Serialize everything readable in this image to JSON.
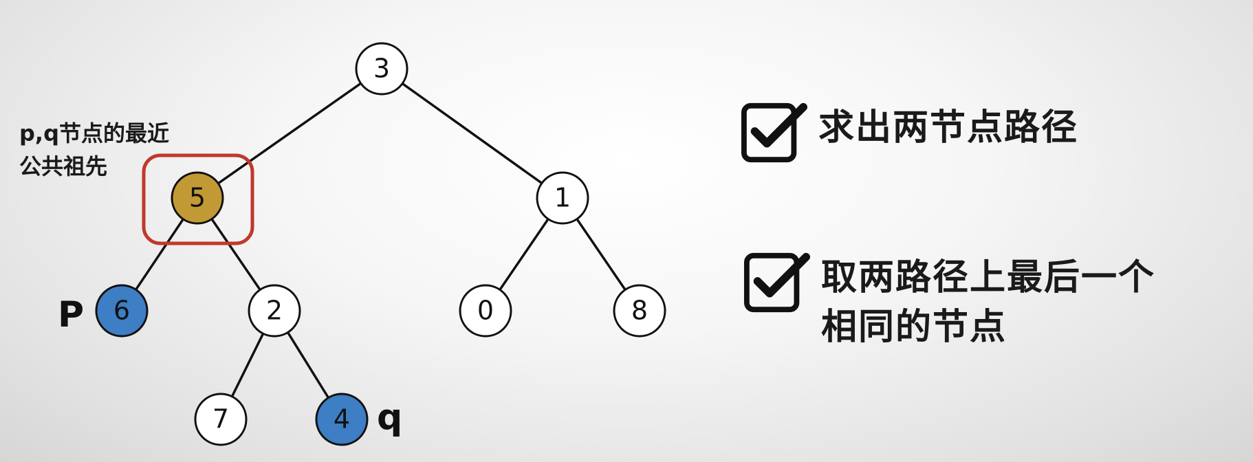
{
  "colors": {
    "node_fill": "#ffffff",
    "lca_fill": "#c29a35",
    "target_fill": "#3d7ec4",
    "highlight_box": "#c0392b",
    "ink": "#111111"
  },
  "tree": {
    "nodes": [
      {
        "id": "n3",
        "label": "3",
        "role": "normal"
      },
      {
        "id": "n5",
        "label": "5",
        "role": "lca"
      },
      {
        "id": "n1",
        "label": "1",
        "role": "normal"
      },
      {
        "id": "n6",
        "label": "6",
        "role": "target"
      },
      {
        "id": "n2",
        "label": "2",
        "role": "normal"
      },
      {
        "id": "n0",
        "label": "0",
        "role": "normal"
      },
      {
        "id": "n8",
        "label": "8",
        "role": "normal"
      },
      {
        "id": "n7",
        "label": "7",
        "role": "normal"
      },
      {
        "id": "n4",
        "label": "4",
        "role": "target"
      }
    ],
    "edges": [
      [
        "n3",
        "n5"
      ],
      [
        "n3",
        "n1"
      ],
      [
        "n5",
        "n6"
      ],
      [
        "n5",
        "n2"
      ],
      [
        "n1",
        "n0"
      ],
      [
        "n1",
        "n8"
      ],
      [
        "n2",
        "n7"
      ],
      [
        "n2",
        "n4"
      ]
    ],
    "markers": {
      "p": "P",
      "q": "q"
    }
  },
  "annotation": {
    "line1": "p,q节点的最近",
    "line2": "公共祖先"
  },
  "steps": [
    {
      "lines": [
        "求出两节点路径"
      ],
      "checked": true,
      "icon": "checkbox-checked-icon"
    },
    {
      "lines": [
        "取两路径上最后一个",
        "相同的节点"
      ],
      "checked": true,
      "icon": "checkbox-checked-icon"
    }
  ]
}
